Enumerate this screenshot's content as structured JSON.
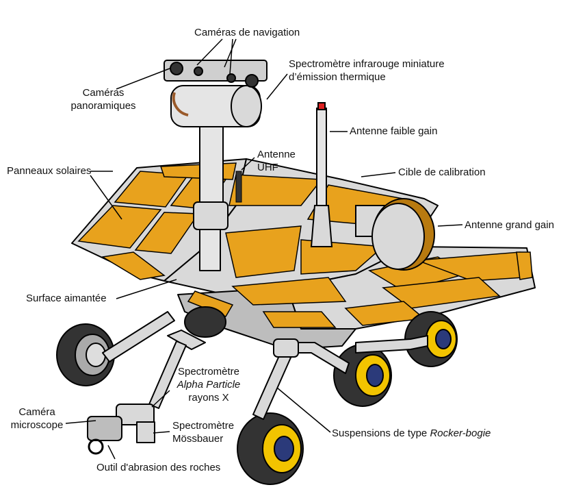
{
  "diagram": {
    "colors": {
      "panel": "#e8a21d",
      "panel_dark": "#b87a10",
      "metal": "#d9d9d9",
      "metal_dark": "#8a8a8a",
      "outline": "#000000",
      "wheel": "#333333",
      "hub": "#f2c400",
      "hub_center": "#2b3a7a",
      "copper": "#9a5a2a",
      "background": "#ffffff"
    },
    "labels": {
      "nav_cameras": "Caméras de navigation",
      "pan_cameras_1": "Caméras",
      "pan_cameras_2": "panoramiques",
      "mini_tes_1": "Spectromètre infrarouge miniature",
      "mini_tes_2": "d’émission thermique",
      "low_gain": "Antenne faible gain",
      "uhf_1": "Antenne",
      "uhf_2": "UHF",
      "solar": "Panneaux solaires",
      "calibration": "Cible de calibration",
      "high_gain": "Antenne grand gain",
      "magnet": "Surface aimantée",
      "apxs_1": "Spectromètre",
      "apxs_2": "Alpha Particle",
      "apxs_3": "rayons X",
      "micro_1": "Caméra",
      "micro_2": "microscope",
      "mossbauer_1": "Spectromètre",
      "mossbauer_2": "Mössbauer",
      "suspension_1": "Suspensions de type ",
      "suspension_2": "Rocker-bogie",
      "rat": "Outil d'abrasion des roches"
    }
  }
}
